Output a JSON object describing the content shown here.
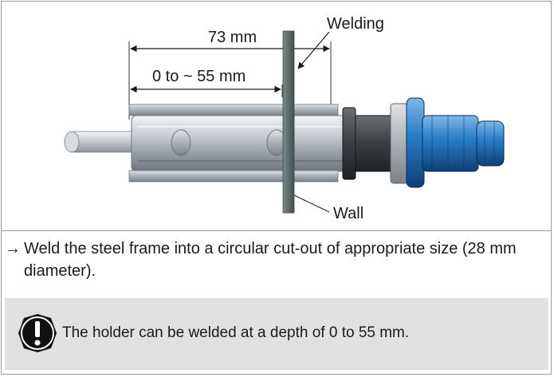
{
  "figure": {
    "label_welding": "Welding",
    "label_wall": "Wall",
    "dimension_total": "73 mm",
    "dimension_depth": "0 to ~ 55 mm"
  },
  "instruction": {
    "arrow": "→",
    "text": "Weld the steel frame into a circular cut-out of appropriate size (28 mm diameter)."
  },
  "note": {
    "icon": "exclamation-icon",
    "text": "The holder can be welded at a depth of 0 to 55 mm."
  },
  "colors": {
    "border": "#9a9a9a",
    "note_background": "#e1e1e1",
    "wall": "#5b6b6c",
    "blue_cap": "#1d6fb8"
  }
}
